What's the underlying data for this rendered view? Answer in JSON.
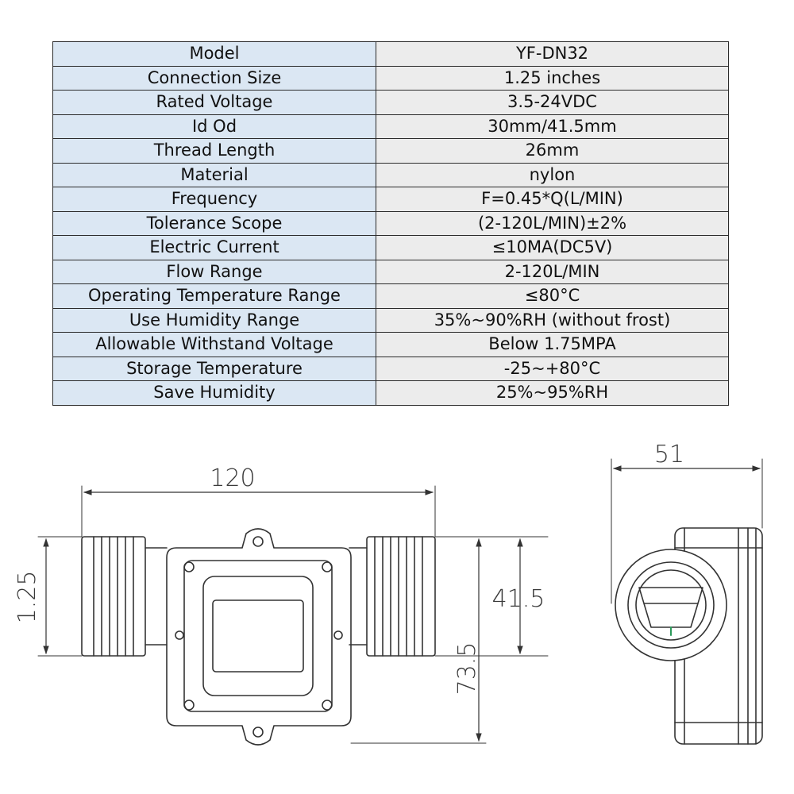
{
  "specs": [
    {
      "name": "Model",
      "value": "YF-DN32"
    },
    {
      "name": "Connection Size",
      "value": "1.25 inches"
    },
    {
      "name": "Rated Voltage",
      "value": "3.5-24VDC"
    },
    {
      "name": "Id Od",
      "value": "30mm/41.5mm"
    },
    {
      "name": "Thread Length",
      "value": "26mm"
    },
    {
      "name": "Material",
      "value": "nylon"
    },
    {
      "name": "Frequency",
      "value": "F=0.45*Q(L/MIN)"
    },
    {
      "name": "Tolerance Scope",
      "value": "(2-120L/MIN)±2%"
    },
    {
      "name": "Electric Current",
      "value": "≤10MA(DC5V)"
    },
    {
      "name": "Flow Range",
      "value": "2-120L/MIN"
    },
    {
      "name": "Operating Temperature Range",
      "value": "≤80°C"
    },
    {
      "name": "Use Humidity Range",
      "value": "35%~90%RH (without frost)"
    },
    {
      "name": "Allowable Withstand Voltage",
      "value": "Below 1.75MPA"
    },
    {
      "name": "Storage Temperature",
      "value": "-25~+80°C"
    },
    {
      "name": "Save Humidity",
      "value": "25%~95%RH"
    }
  ],
  "dimensions": {
    "length": "120",
    "connection": "1.25",
    "outer_diameter": "41.5",
    "height": "73.5",
    "width": "51"
  }
}
